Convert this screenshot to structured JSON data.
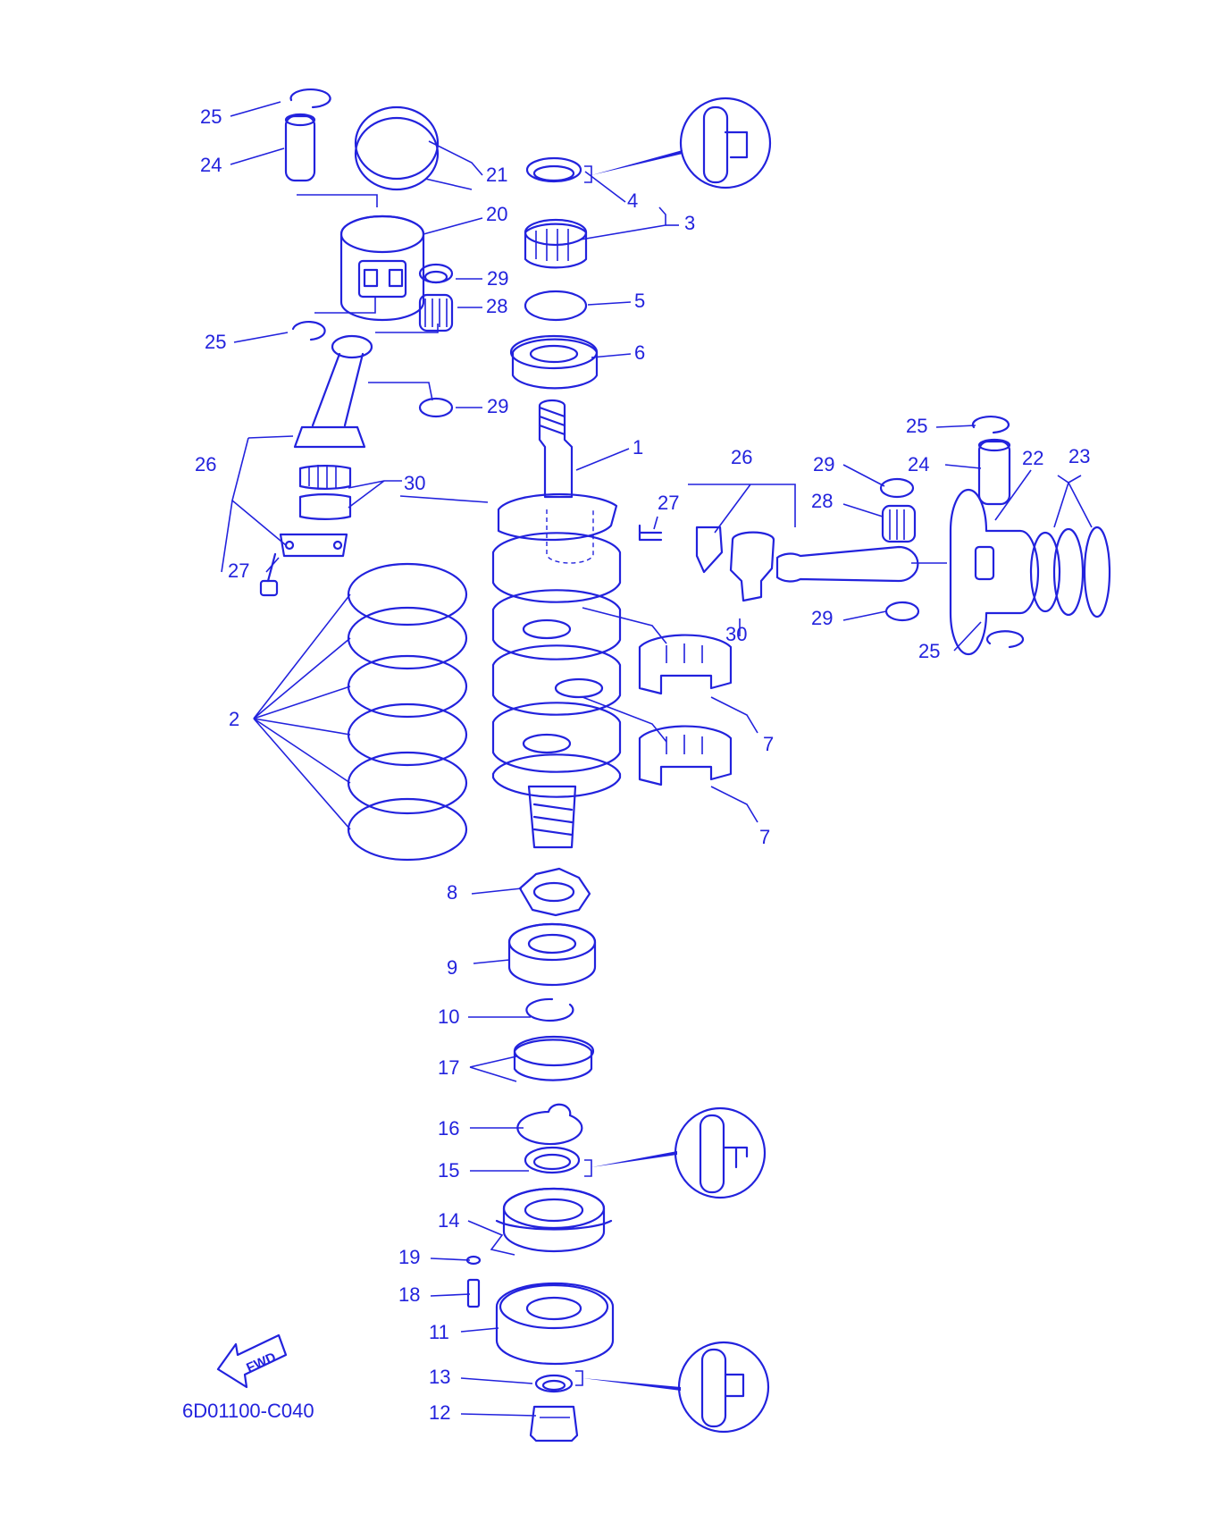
{
  "diagram": {
    "drawing_code": "6D01100-C040",
    "fwd_label": "FWD",
    "labels": [
      {
        "id": "L25a",
        "text": "25"
      },
      {
        "id": "L24a",
        "text": "24"
      },
      {
        "id": "L21",
        "text": "21"
      },
      {
        "id": "L20",
        "text": "20"
      },
      {
        "id": "L4",
        "text": "4"
      },
      {
        "id": "L3",
        "text": "3"
      },
      {
        "id": "L29a",
        "text": "29"
      },
      {
        "id": "L28a",
        "text": "28"
      },
      {
        "id": "L5",
        "text": "5"
      },
      {
        "id": "L25b",
        "text": "25"
      },
      {
        "id": "L6",
        "text": "6"
      },
      {
        "id": "L29b",
        "text": "29"
      },
      {
        "id": "L1",
        "text": "1"
      },
      {
        "id": "L26a",
        "text": "26"
      },
      {
        "id": "L30a",
        "text": "30"
      },
      {
        "id": "L27a",
        "text": "27"
      },
      {
        "id": "L2",
        "text": "2"
      },
      {
        "id": "L25c",
        "text": "25"
      },
      {
        "id": "L29c",
        "text": "29"
      },
      {
        "id": "L24b",
        "text": "24"
      },
      {
        "id": "L22",
        "text": "22"
      },
      {
        "id": "L23",
        "text": "23"
      },
      {
        "id": "L26b",
        "text": "26"
      },
      {
        "id": "L28b",
        "text": "28"
      },
      {
        "id": "L27b",
        "text": "27"
      },
      {
        "id": "L30b",
        "text": "30"
      },
      {
        "id": "L29d",
        "text": "29"
      },
      {
        "id": "L25d",
        "text": "25"
      },
      {
        "id": "L7a",
        "text": "7"
      },
      {
        "id": "L7b",
        "text": "7"
      },
      {
        "id": "L8",
        "text": "8"
      },
      {
        "id": "L9",
        "text": "9"
      },
      {
        "id": "L10",
        "text": "10"
      },
      {
        "id": "L17",
        "text": "17"
      },
      {
        "id": "L16",
        "text": "16"
      },
      {
        "id": "L15",
        "text": "15"
      },
      {
        "id": "L14",
        "text": "14"
      },
      {
        "id": "L19",
        "text": "19"
      },
      {
        "id": "L18",
        "text": "18"
      },
      {
        "id": "L11",
        "text": "11"
      },
      {
        "id": "L13",
        "text": "13"
      },
      {
        "id": "L12",
        "text": "12"
      }
    ],
    "colors": {
      "line": "#2222dd",
      "background": "#ffffff"
    }
  }
}
